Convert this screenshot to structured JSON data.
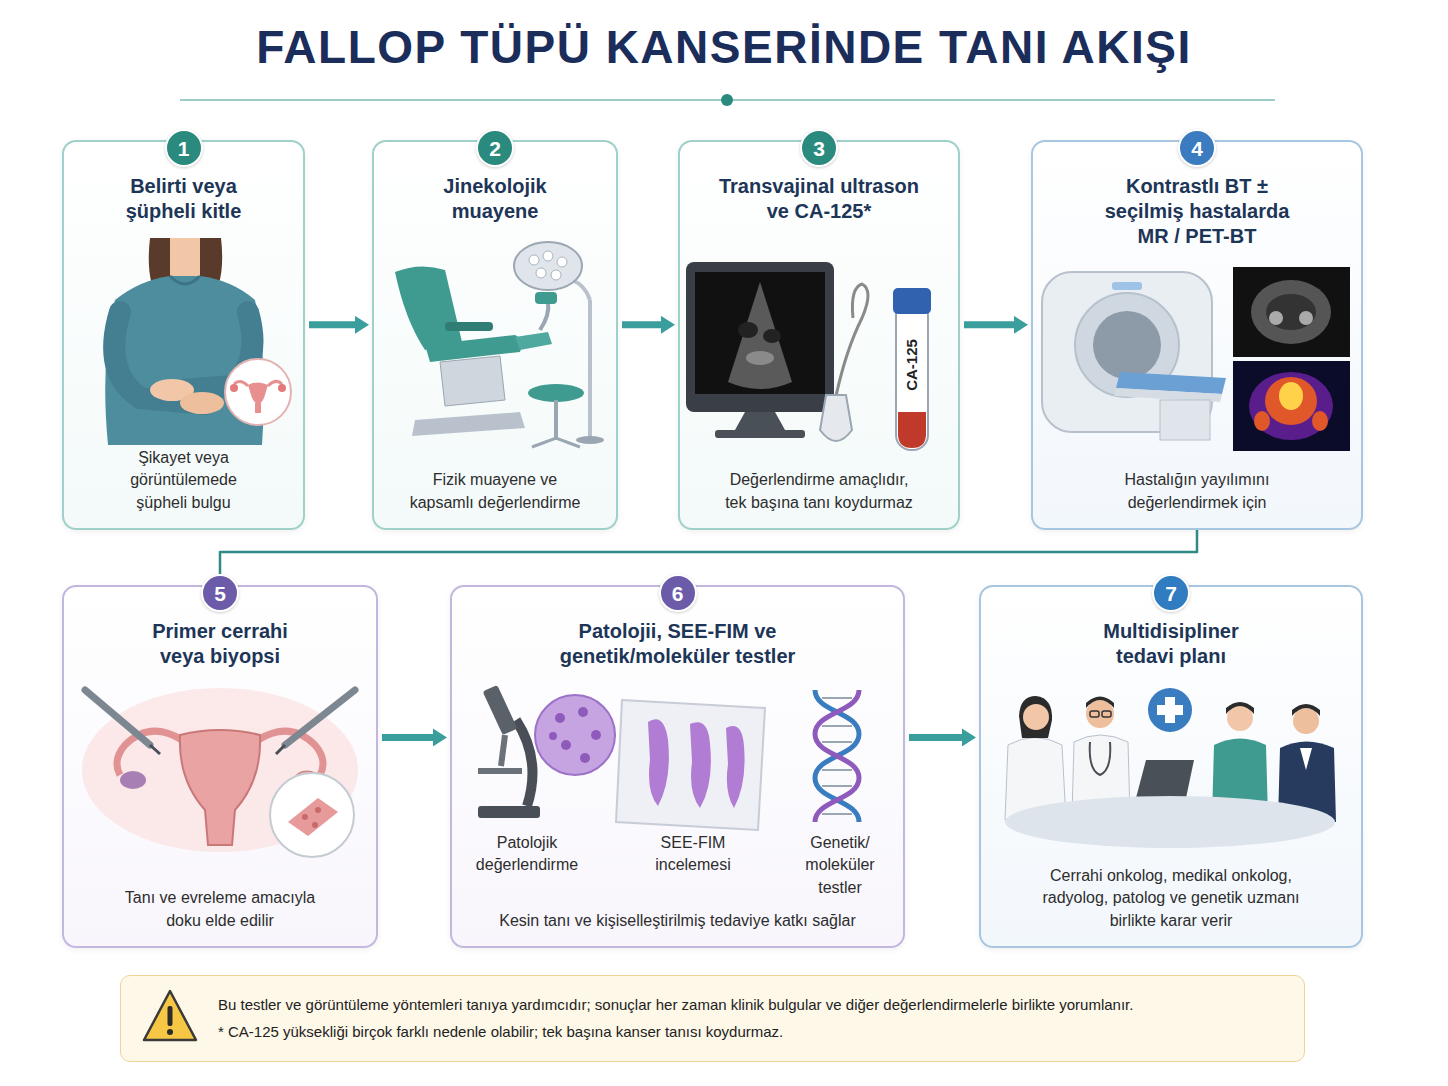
{
  "diagram": {
    "title": "FALLOP TÜPÜ KANSERİNDE TANI AKIŞI",
    "nodes": [
      {
        "text": [
          "Belirti veya şüpheli kitle",
          "Şikayet veya görüntülemede şüpheli bulgu"
        ]
      },
      {
        "text": [
          "1"
        ],
        "in": 0
      },
      {
        "text": [
          "Jinekolojik muayene",
          "Fizik muayene ve kapsamlı değerlendirme"
        ]
      },
      {
        "text": [
          "2"
        ],
        "in": 2
      },
      {
        "text": [
          "Transvajinal ultrason ve CA-125*",
          "Değerlendirme amaçlıdır, tek başına tanı koydurmaz"
        ]
      },
      {
        "text": [
          "3"
        ],
        "in": 4
      },
      {
        "text": [
          "Kontrastlı BT ± seçilmiş hastalarda MR / PET-BT",
          "Hastalığın yayılımını değerlendirmek için"
        ]
      },
      {
        "text": [
          "4"
        ],
        "in": 6
      },
      {
        "text": [
          "Primer cerrahi veya biyopsi",
          "Tanı ve evreleme amacıyla doku elde edilir"
        ]
      },
      {
        "text": [
          "5"
        ],
        "in": 8
      },
      {
        "text": [
          "Patolojii, SEE-FIM ve genetik/moleküler testler",
          "Kesin tanı ve kişiselleştirilmiş tedaviye katkı sağlar"
        ]
      },
      {
        "text": [
          "6"
        ],
        "in": 10
      },
      {
        "text": [
          "Multidisipliner tedavi planı",
          "Cerrahi onkolog, medikal onkolog, radyolog, patolog ve genetik uzmanı birlikte karar verir"
        ]
      },
      {
        "text": [
          "7"
        ],
        "in": 12
      },
      {
        "text": [
          "Bu testler ve görüntüleme yöntemleri tanıya yardımcıdır; sonuçlar her zaman klinik bulgular ve diğer değerlendirmelerle birlikte yorumlanır.",
          "* CA-125 yüksekliği birçok farklı nedenle olabilir; tek başına kanser tanısı koydurmaz."
        ]
      }
    ],
    "edges": [
      {
        "from": 0,
        "to": 2,
        "arrow": "to"
      },
      {
        "from": 2,
        "to": 4,
        "arrow": "to"
      },
      {
        "from": 4,
        "to": 6,
        "arrow": "to"
      },
      {
        "from": 6,
        "to": 9,
        "arrow": "none"
      },
      {
        "from": 8,
        "to": 10,
        "arrow": "to"
      },
      {
        "from": 10,
        "to": 12,
        "arrow": "to"
      }
    ],
    "labels": [
      "CA-125",
      "Patolojik değerlendirme",
      "SEE-FIM incelemesi",
      "Genetik/ moleküler testler"
    ]
  }
}
